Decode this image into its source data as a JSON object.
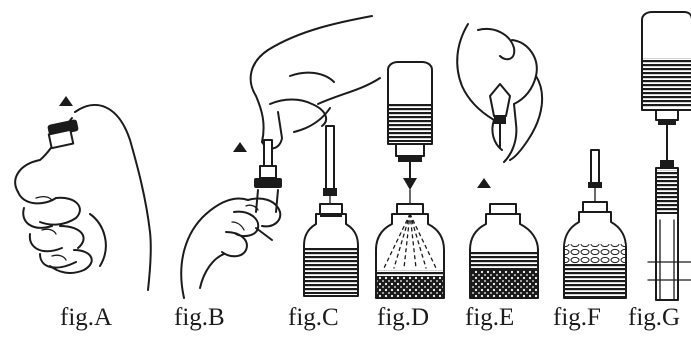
{
  "figures": [
    {
      "id": "A",
      "label": "fig.A"
    },
    {
      "id": "B",
      "label": "fig.B"
    },
    {
      "id": "C",
      "label": "fig.C"
    },
    {
      "id": "D",
      "label": "fig.D"
    },
    {
      "id": "E",
      "label": "fig.E"
    },
    {
      "id": "F",
      "label": "fig.F"
    },
    {
      "id": "G",
      "label": "fig.G"
    }
  ],
  "colors": {
    "ink": "#1b1b1b",
    "paper": "#ffffff"
  }
}
